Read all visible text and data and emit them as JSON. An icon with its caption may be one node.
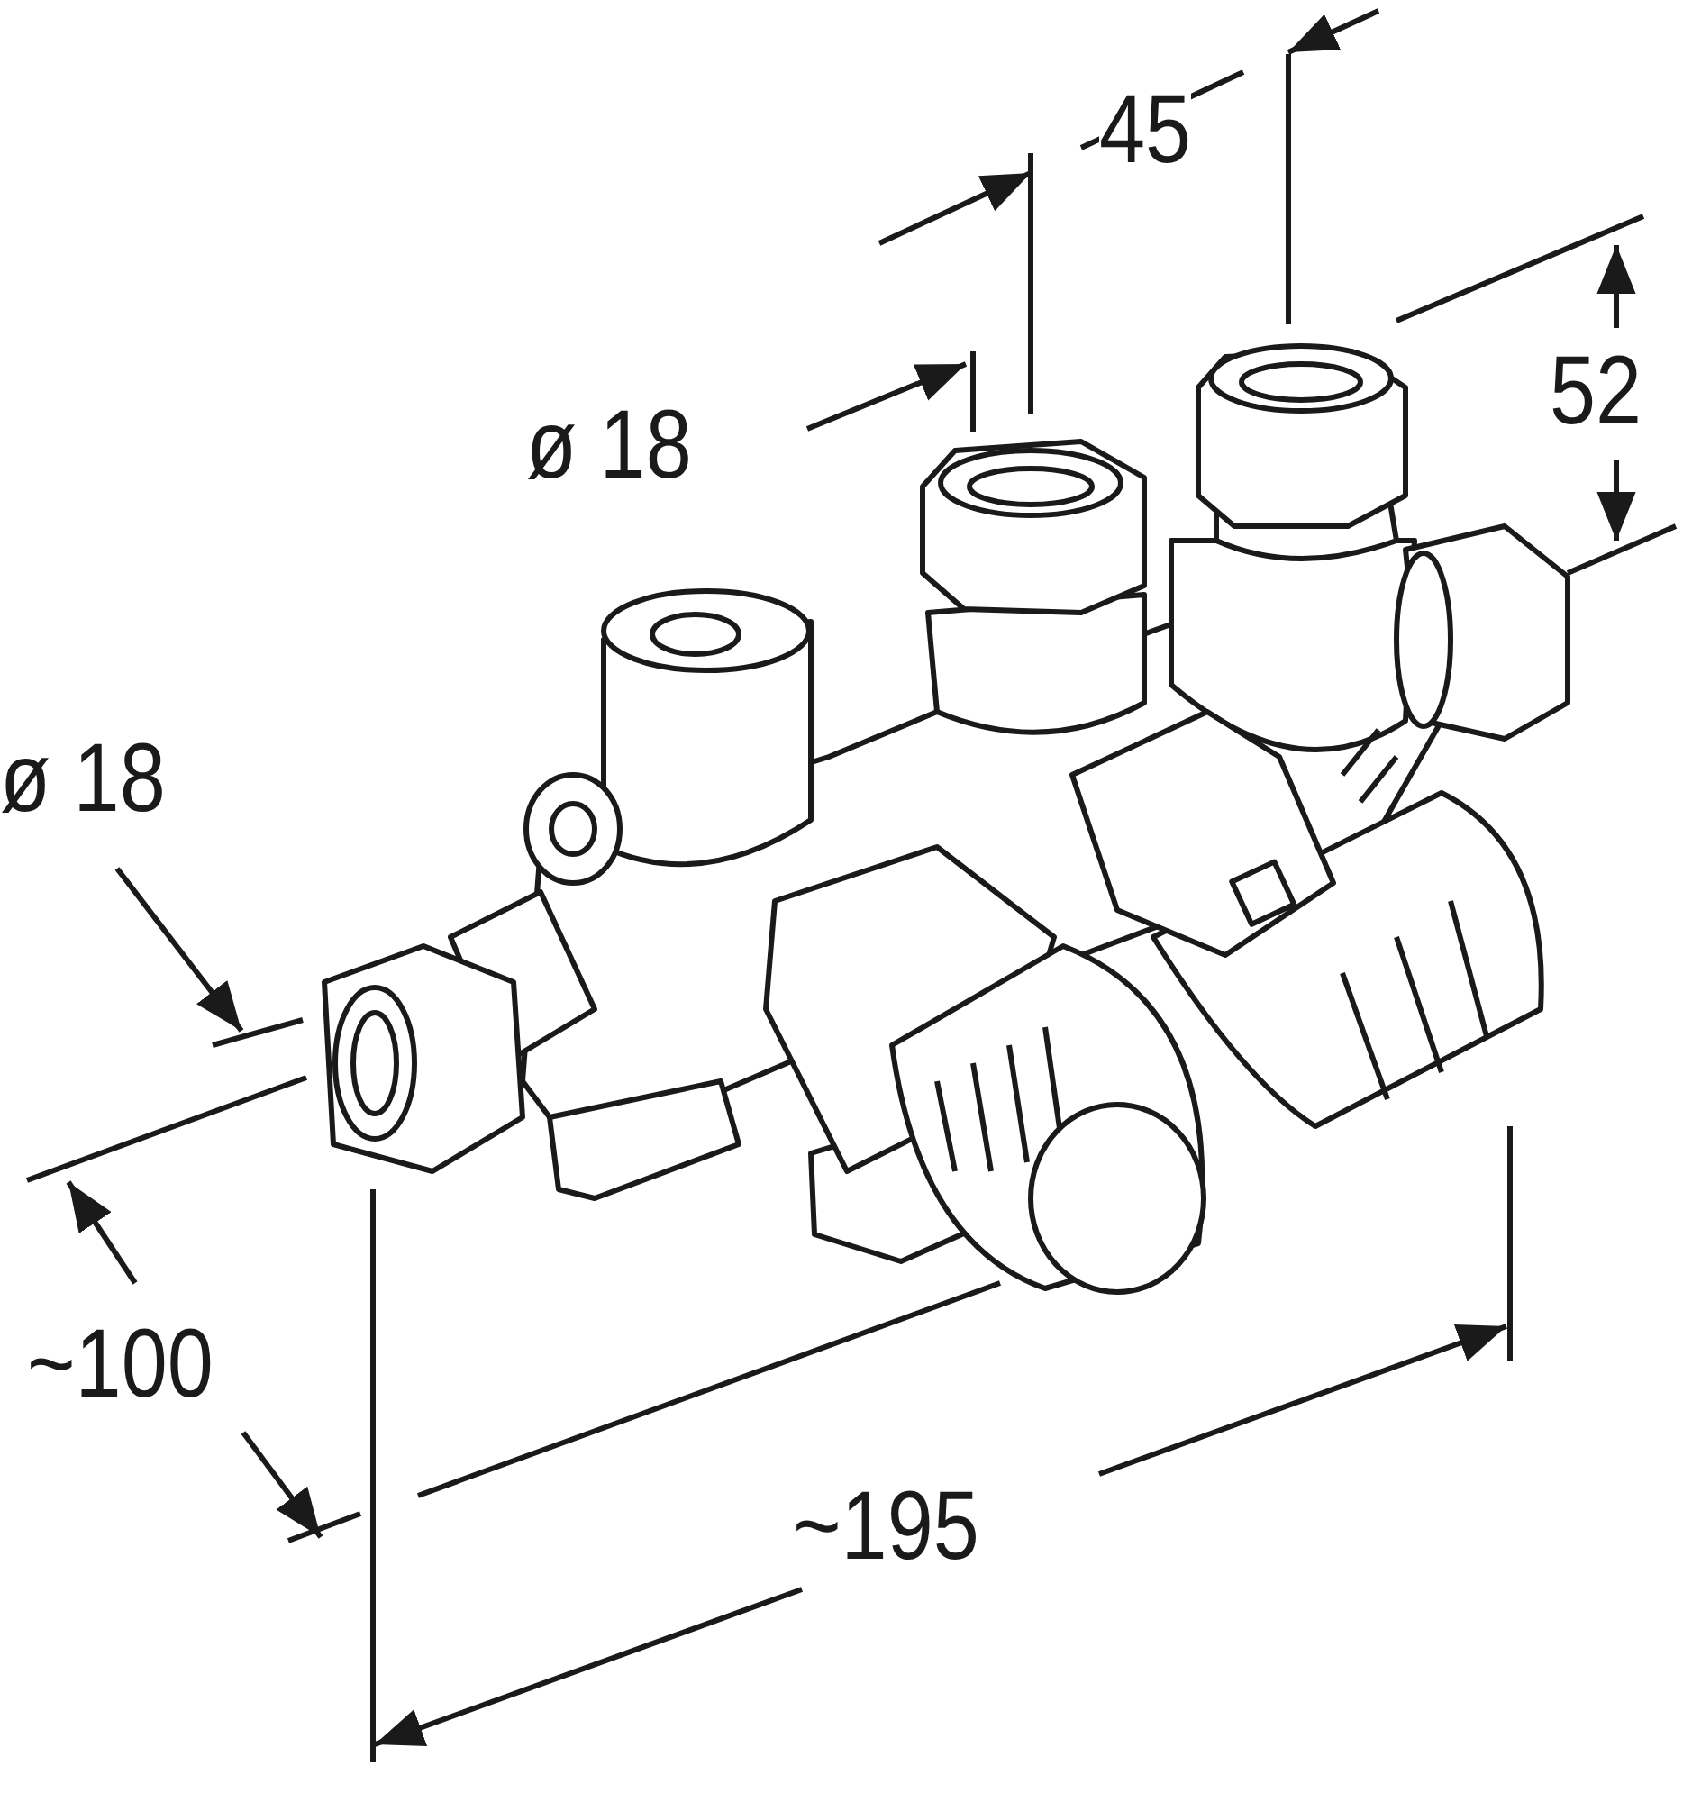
{
  "diagram": {
    "labels": [
      "45",
      "52",
      "ø 18",
      "ø 18",
      "~100",
      "~195"
    ]
  }
}
